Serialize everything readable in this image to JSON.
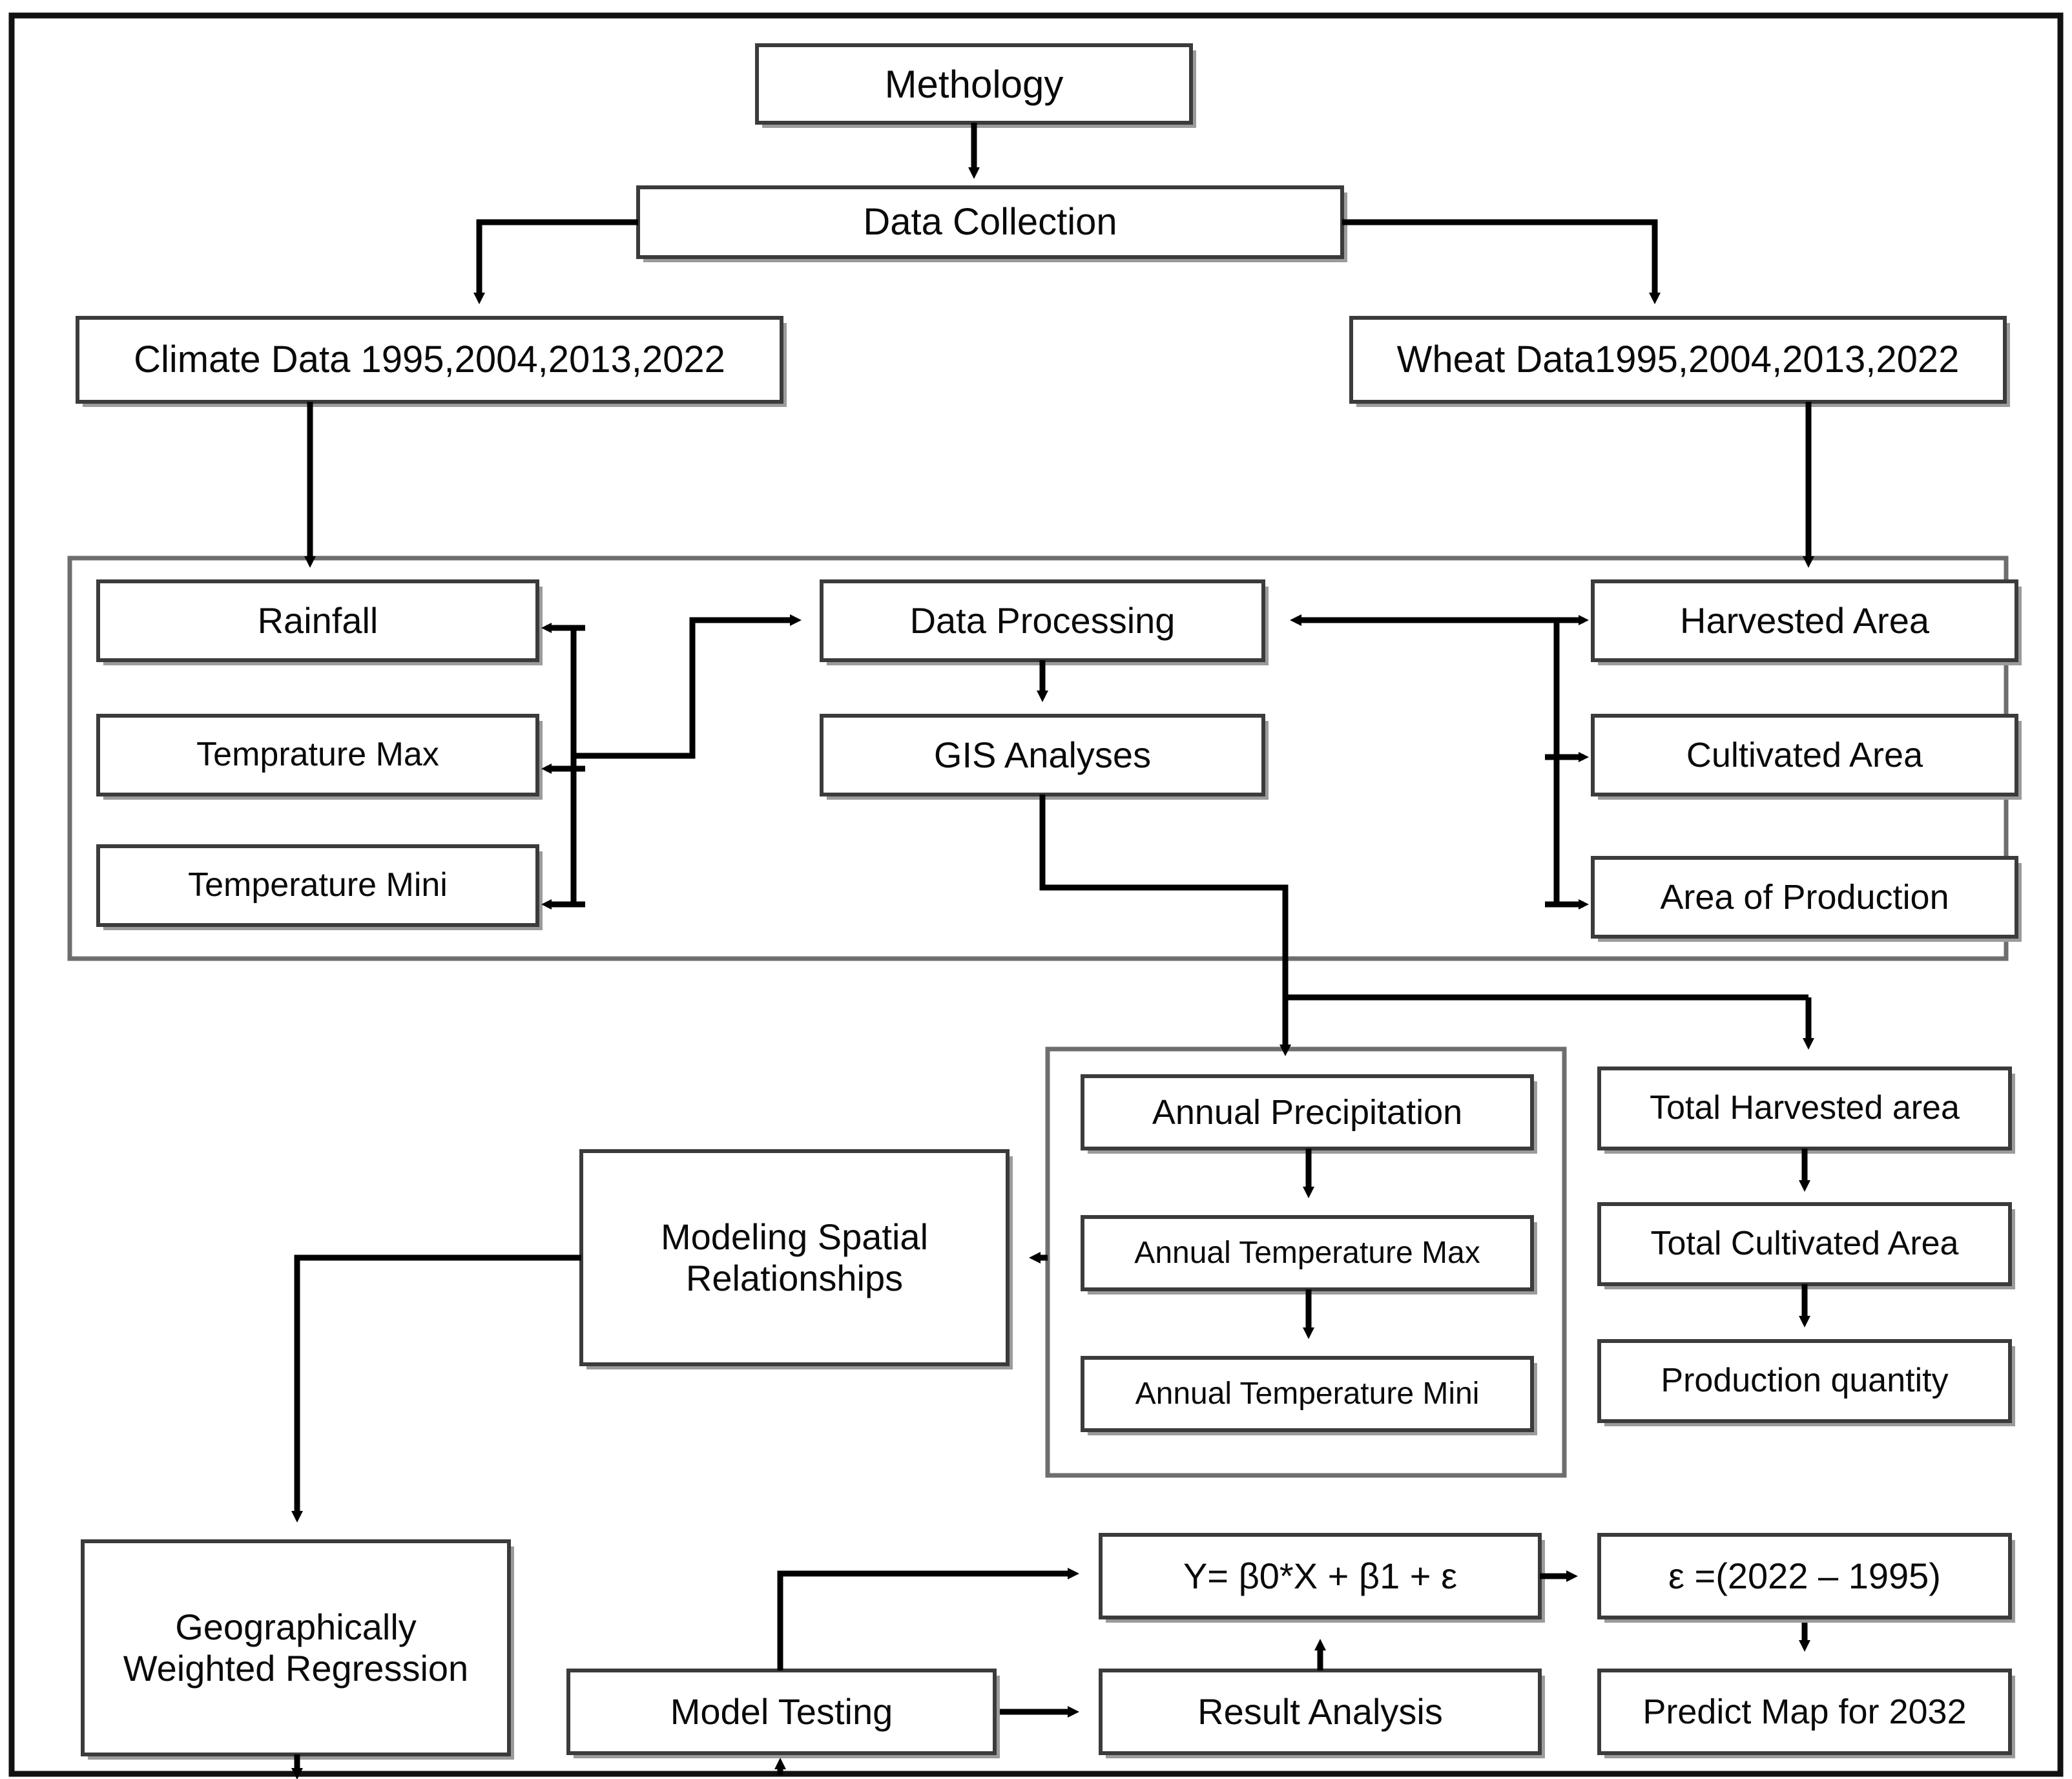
{
  "diagram": {
    "title": "Methology",
    "type": "flowchart",
    "orientation": "top-down",
    "frame": {
      "border_color": "#111111"
    },
    "style": {
      "box_fill": "#ffffff",
      "box_border": "#3b3b3b",
      "box_shadow": "#8c8c8c",
      "connector_color": "#000000",
      "text_color": "#0a0a0a"
    },
    "nodes": {
      "methology": "Methology",
      "data_collection": "Data Collection",
      "climate_data": "Climate Data 1995,2004,2013,2022",
      "wheat_data": "Wheat Data1995,2004,2013,2022",
      "rainfall": "Rainfall",
      "temperature_max": "Temprature Max",
      "temperature_mini": "Temperature Mini",
      "data_processing": "Data Processing",
      "gis_analyses": "GIS Analyses",
      "harvested_area": "Harvested Area",
      "cultivated_area": "Cultivated Area",
      "area_of_production": "Area of Production",
      "annual_precipitation": "Annual Precipitation",
      "annual_temperature_max": "Annual Temperature Max",
      "annual_temperature_mini": "Annual Temperature Mini",
      "total_harvested_area": "Total Harvested area",
      "total_cultivated_area": "Total Cultivated Area",
      "production_quantity": "Production quantity",
      "modeling_spatial_relationships": "Modeling Spatial\nRelationships",
      "geographically_weighted_regression": "Geographically\nWeighted Regression",
      "regression_equation": "Y= β0*X + β1 + ε",
      "epsilon_definition": "ε =(2022 – 1995)",
      "predict_map": "Predict Map for 2032",
      "model_testing": "Model Testing",
      "result_analysis": "Result Analysis"
    },
    "groups": {
      "processing_panel": "",
      "annual_panel": ""
    },
    "edges": [
      {
        "from": "methology",
        "to": "data_collection"
      },
      {
        "from": "data_collection",
        "to": "climate_data"
      },
      {
        "from": "data_collection",
        "to": "wheat_data"
      },
      {
        "from": "climate_data",
        "to": "rainfall"
      },
      {
        "from": "wheat_data",
        "to": "harvested_area"
      },
      {
        "from": "rainfall",
        "to": "data_processing"
      },
      {
        "from": "temperature_max",
        "to": "data_processing"
      },
      {
        "from": "temperature_mini",
        "to": "data_processing"
      },
      {
        "from": "harvested_area",
        "to": "data_processing"
      },
      {
        "from": "cultivated_area",
        "to": "data_processing"
      },
      {
        "from": "area_of_production",
        "to": "data_processing"
      },
      {
        "from": "data_processing",
        "to": "gis_analyses"
      },
      {
        "from": "gis_analyses",
        "to": "annual_precipitation"
      },
      {
        "from": "gis_analyses",
        "to": "total_harvested_area"
      },
      {
        "from": "annual_precipitation",
        "to": "annual_temperature_max"
      },
      {
        "from": "annual_temperature_max",
        "to": "annual_temperature_mini"
      },
      {
        "from": "total_harvested_area",
        "to": "total_cultivated_area"
      },
      {
        "from": "total_cultivated_area",
        "to": "production_quantity"
      },
      {
        "from": "annual_panel",
        "to": "modeling_spatial_relationships"
      },
      {
        "from": "modeling_spatial_relationships",
        "to": "geographically_weighted_regression"
      },
      {
        "from": "model_testing",
        "to": "regression_equation"
      },
      {
        "from": "model_testing",
        "to": "result_analysis"
      },
      {
        "from": "regression_equation",
        "to": "epsilon_definition"
      },
      {
        "from": "epsilon_definition",
        "to": "predict_map"
      },
      {
        "from": "geographically_weighted_regression",
        "to": "model_testing"
      },
      {
        "from": "result_analysis",
        "to": "regression_equation"
      }
    ]
  }
}
